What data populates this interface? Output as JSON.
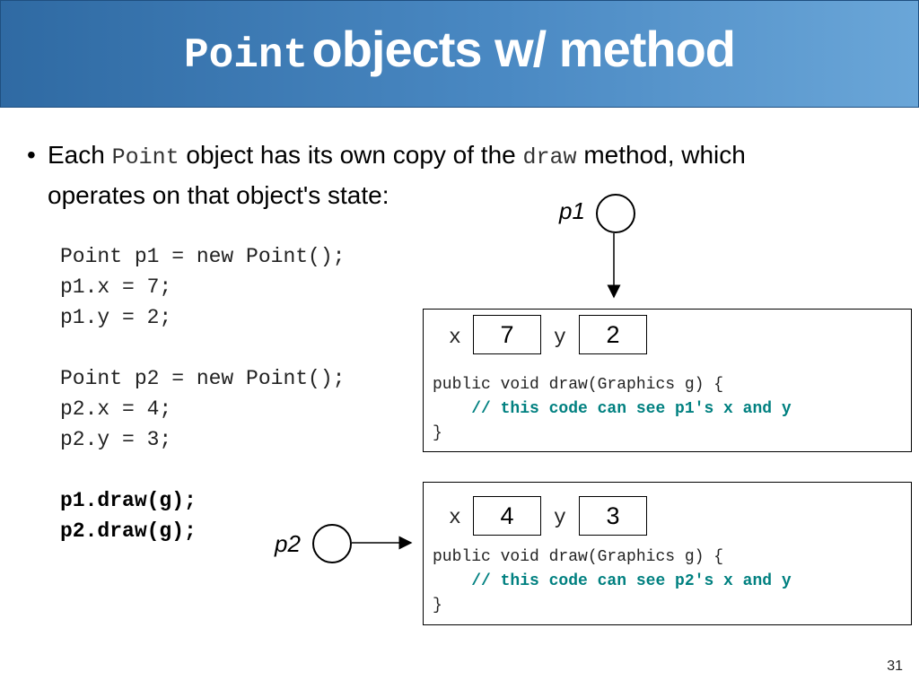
{
  "slide": {
    "title_code": "Point",
    "title_text": "objects w/ method",
    "page_number": "31"
  },
  "bullet": {
    "symbol": "•",
    "part1": "Each",
    "code1": "Point",
    "part2": "object has its own copy of the",
    "code2": "draw",
    "part3": "method, which",
    "line2": "operates on that object's state:"
  },
  "code": {
    "lines": [
      "Point p1 = new Point();",
      "p1.x = 7;",
      "p1.y = 2;",
      "",
      "Point p2 = new Point();",
      "p2.x = 4;",
      "p2.y = 3;",
      "",
      "p1.draw(g);",
      "p2.draw(g);"
    ]
  },
  "objects": [
    {
      "ref": "p1",
      "x_label": "x",
      "x_value": "7",
      "y_label": "y",
      "y_value": "2",
      "method_sig": "public void draw(Graphics g) {",
      "method_comment": "    // this code can see p1's x and y",
      "method_end": "}"
    },
    {
      "ref": "p2",
      "x_label": "x",
      "x_value": "4",
      "y_label": "y",
      "y_value": "3",
      "method_sig": "public void draw(Graphics g) {",
      "method_comment": "    // this code can see p2's x and y",
      "method_end": "}"
    }
  ]
}
